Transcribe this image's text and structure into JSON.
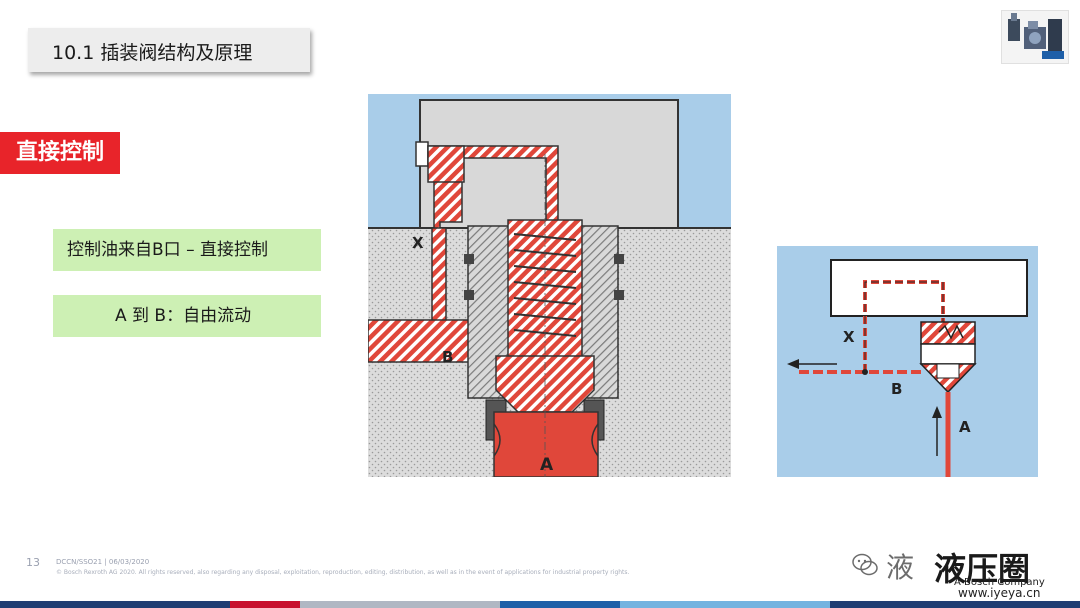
{
  "header": {
    "title": "10.1 插装阀结构及原理"
  },
  "section_label": "直接控制",
  "notes": [
    "控制油来自B口 – 直接控制",
    "A 到 B：自由流动"
  ],
  "valve_diagram": {
    "labels": {
      "x": "X",
      "b": "B",
      "a": "A"
    }
  },
  "symbol_diagram": {
    "labels": {
      "x": "X",
      "b": "B",
      "a": "A"
    }
  },
  "footer": {
    "page_number": "13",
    "doc_line": "DCCN/SSO21 | 06/03/2020",
    "copyright": "© Bosch Rexroth AG 2020. All rights reserved, also regarding any disposal, exploitation, reproduction, editing, distribution, as well as in the event of applications for industrial property rights."
  },
  "watermark": {
    "wechat": "液",
    "brand": "液压圈",
    "bosch": "A Bosch Company",
    "url": "www.iyeya.cn"
  },
  "colors": {
    "accent_red": "#e8242a",
    "note_green": "#cdf0b4",
    "diagram_blue": "#a9cde9",
    "hatch_red": "#e0473a"
  }
}
